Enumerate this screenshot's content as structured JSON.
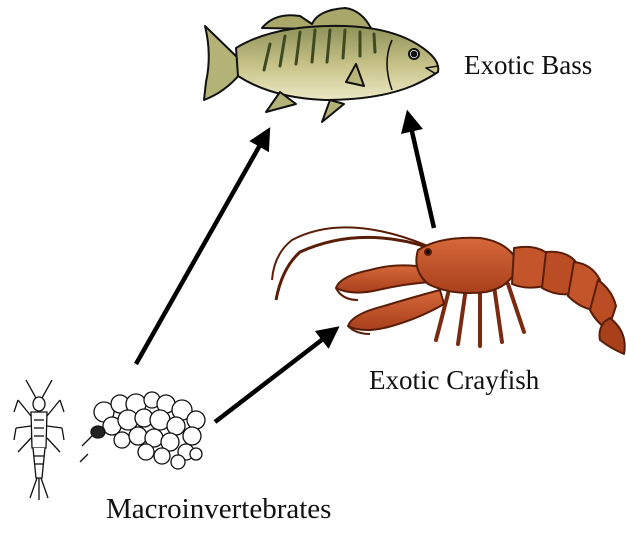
{
  "diagram": {
    "nodes": [
      {
        "id": "bass",
        "label": "Exotic Bass",
        "icon": "bass-fish-icon"
      },
      {
        "id": "crayfish",
        "label": "Exotic Crayfish",
        "icon": "crayfish-icon"
      },
      {
        "id": "macroinvertebrates",
        "label": "Macroinvertebrates",
        "icon": "macroinvertebrates-icon"
      }
    ],
    "edges": [
      {
        "from": "macroinvertebrates",
        "to": "bass"
      },
      {
        "from": "macroinvertebrates",
        "to": "crayfish"
      },
      {
        "from": "crayfish",
        "to": "bass"
      }
    ],
    "colors": {
      "arrow": "#000000",
      "bass_body": "#c9c48a",
      "bass_belly": "#ece9c6",
      "bass_bands": "#3e4a22",
      "crayfish": "#c4552b",
      "crayfish_dark": "#7a2a10",
      "outline": "#111111"
    }
  }
}
